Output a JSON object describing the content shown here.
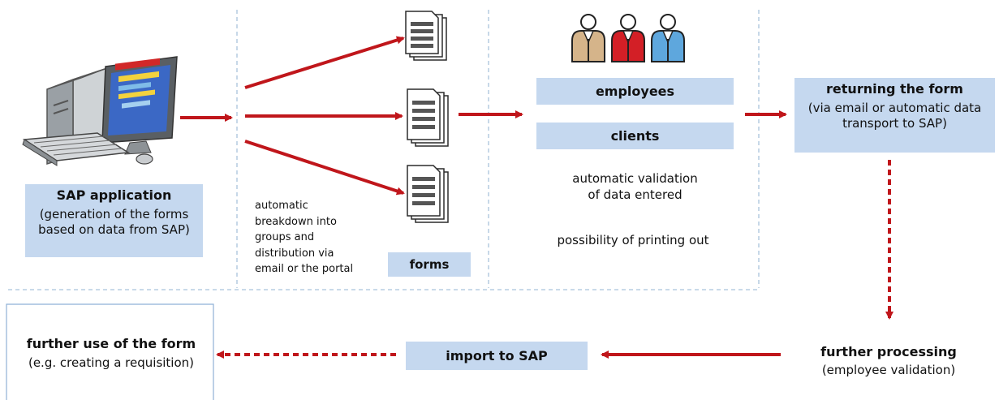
{
  "sap_app": {
    "title": "SAP application",
    "line1": "(generation of the forms",
    "line2": "based on data from SAP)"
  },
  "distribution": {
    "line1": "automatic",
    "line2": "breakdown into",
    "line3": "groups and",
    "line4": "distribution via",
    "line5": "email or the portal"
  },
  "forms_label": "forms",
  "recipients": {
    "employees": "employees",
    "clients": "clients",
    "validation_line1": "automatic validation",
    "validation_line2": "of data entered",
    "printing": "possibility of printing out"
  },
  "returning": {
    "title": "returning the form",
    "line1": "(via email or automatic data",
    "line2": "transport to SAP)"
  },
  "further_processing": {
    "title": "further processing",
    "subtitle": "(employee validation)"
  },
  "import_label": "import to SAP",
  "further_use": {
    "title": "further use of the form",
    "subtitle": "(e.g. creating a requisition)"
  },
  "colors": {
    "arrow": "#c0161b",
    "box": "#c5d8ef",
    "dashed_border": "#a9c3dc",
    "person_beige": "#d5b48a",
    "person_red": "#d31f26",
    "person_blue": "#5ea7dd"
  },
  "icons": [
    "computer-icon",
    "form-document-icon",
    "person-icon"
  ]
}
